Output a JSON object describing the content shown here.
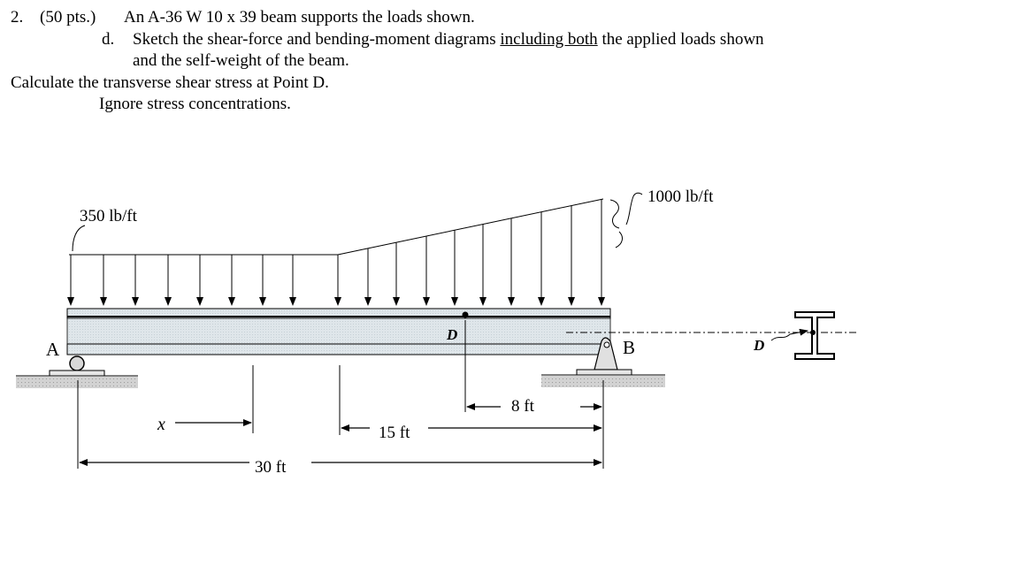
{
  "problem": {
    "number": "2.",
    "points": "(50 pts.)",
    "statement": "An A-36 W 10 x 39 beam supports the loads shown.",
    "part_letter": "d.",
    "part_pre": "Sketch the shear-force and bending-moment diagrams",
    "part_underlined": "including both",
    "part_post": "the applied loads shown",
    "part_line2": "and the self-weight of the beam.",
    "task": "Calculate the transverse shear stress at Point D.",
    "note": "Ignore stress concentrations."
  },
  "figure": {
    "load_left": "350 lb/ft",
    "load_right": "1000 lb/ft",
    "support_a": "A",
    "support_b": "B",
    "point_d": "D",
    "section_point_d": "D",
    "dim_x": "x",
    "dim_8": "8 ft",
    "dim_15": "15 ft",
    "dim_30": "30 ft"
  },
  "colors": {
    "beam_fill": "#dfe6ea",
    "ground_fill": "#c9c9c9",
    "ink": "#000000"
  }
}
